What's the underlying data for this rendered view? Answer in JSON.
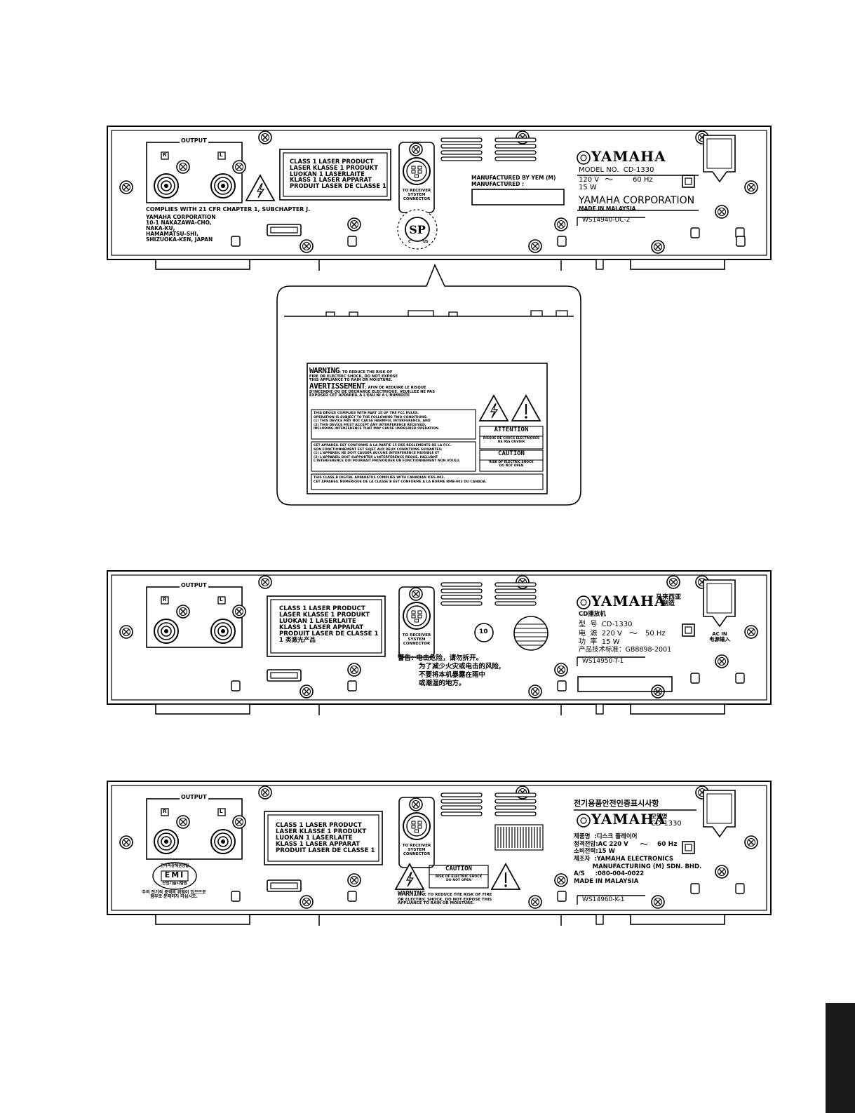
{
  "panel1": {
    "output_label": "OUTPUT",
    "jack_r": "R",
    "jack_l": "L",
    "laser_label_lines": [
      "CLASS 1 LASER PRODUCT",
      "LASER KLASSE 1 PRODUKT",
      "LUOKAN 1 LASERLAITE",
      "KLASS 1 LASER APPARAT",
      "PRODUIT LASER DE CLASSE 1"
    ],
    "connector_label_lines": [
      "TO RECEIVER",
      "SYSTEM",
      "CONNECTOR"
    ],
    "mfd_by": "MANUFACTURED BY YEM (M)",
    "mfd": "MANUFACTURED :",
    "brand": "YAMAHA",
    "model": "MODEL NO.  CD-1330",
    "voltage": "120 V",
    "freq": "60 Hz",
    "power": "15 W",
    "corporation": "YAMAHA CORPORATION",
    "made_in": "MADE IN MALAYSIA",
    "code": "WS14940-UC-2",
    "complies": "COMPLIES WITH 21 CFR CHAPTER 1, SUBCHAPTER J.",
    "address_lines": [
      "YAMAHA CORPORATION",
      "10-1 NAKAZAWA-CHO,",
      "NAKA-KU,",
      "HAMAMATSU-SHI,",
      "SHIZUOKA-KEN, JAPAN"
    ],
    "csa_c": "C",
    "csa_us": "US"
  },
  "callout": {
    "warning_title": "WARNING",
    "warning_lines": [
      ": TO REDUCE THE RISK OF",
      "FIRE OR ELECTRIC SHOCK, DO NOT EXPOSE",
      "THIS APPLIANCE TO RAIN OR MOISTURE."
    ],
    "avert_title": "AVERTISSEMENT",
    "avert_lines": [
      ": AFIN DE REDUIRE LE RISQUE",
      "D'INCENDIE OU DE DECHARGE ELECTRIQUE, VEUILLEZ NE PAS",
      "EXPOSER CET APPAREIL A L'EAU NI A L'HUMIDITE"
    ],
    "fcc_lines": [
      "THIS DEVICE COMPLIES WITH PART 15 OF THE FCC RULES.",
      "OPERATION IS SUBJECT TO THE FOLLOWING TWO CONDITIONS:",
      "(1) THIS DEVICE MAY NOT CAUSE HARMFUL INTERFERENCE, AND",
      "(2) THIS DEVICE MUST ACCEPT ANY INTERFERENCE RECEIVED,",
      "INCLUDING INTERFERENCE THAT MAY CAUSE UNDESIRED OPERATION."
    ],
    "fcc_fr_lines": [
      "CET APPAREIL EST CONFORME A LA PARTIE 15 DES REGLEMENTS DE LA FCC.",
      "SON FONCTIONNEMENT EST SUJET AUX DEUX CONDITIONS SUIVANTES:",
      "(1) L'APPAREIL NE DOIT CAUSER AUCUNE INTERFERENCE NUISIBLE ET",
      "(2) L'APPAREIL DOIT SUPPORTER L'INTERFERENCE REQUE, INCLUANT",
      "L'INTERFERENCE QUI POURRAIT PROVOQUER UN FONCTIONNEMENT NON VOULU."
    ],
    "canada_lines": [
      "THIS CLASS B DIGITAL APPARATUS COMPLIES WITH CANADIAN ICES-003.",
      "CET APPAREIL NUMERIQUE DE LA CLASSE B EST CONFORME A LA NORME NMB-003 DU CANADA."
    ],
    "attention_title": "ATTENTION",
    "attention_lines": [
      "RISQUE DE CHOCS ELECTRIQUES",
      "NE PAS OUVRIR"
    ],
    "caution_title": "CAUTION",
    "caution_lines": [
      "RISK OF ELECTRIC SHOCK",
      "DO NOT OPEN"
    ]
  },
  "panel2": {
    "output_label": "OUTPUT",
    "jack_r": "R",
    "jack_l": "L",
    "laser_label_lines": [
      "CLASS 1 LASER PRODUCT",
      "LASER KLASSE 1 PRODUKT",
      "LUOKAN 1 LASERLAITE",
      "KLASS 1 LASER APPARAT",
      "PRODUIT LASER DE CLASSE 1",
      "1 类激光产品"
    ],
    "connector_label_lines": [
      "TO RECEIVER",
      "SYSTEM",
      "CONNECTOR"
    ],
    "brand": "YAMAHA",
    "cn_origin_lines": [
      "马来西亚",
      "制造"
    ],
    "product": "CD播放机",
    "model": "型  号  CD-1330",
    "voltage": "电  源  220 V",
    "freq": "50 Hz",
    "power": "功  率  15 W",
    "standard": "产品技术标准：GB8898-2001",
    "code": "WS14950-T-1",
    "ac_in_lines": [
      "AC IN",
      "电源输入"
    ],
    "warning_lines": [
      "警告: 电击危险，请勿拆开。",
      "为了减少火灾或电击的风险,",
      "不要将本机暴露在雨中",
      "或潮湿的地方。"
    ],
    "recycle": "10"
  },
  "panel3": {
    "output_label": "OUTPUT",
    "jack_r": "R",
    "jack_l": "L",
    "laser_label_lines": [
      "CLASS 1 LASER PRODUCT",
      "LASER KLASSE 1 PRODUKT",
      "LUOKAN 1 LASERLAITE",
      "KLASS 1 LASER APPARAT",
      "PRODUIT LASER DE CLASSE 1"
    ],
    "connector_label_lines": [
      "TO RECEIVER",
      "SYSTEM",
      "CONNECTOR"
    ],
    "kr_header": "전기용품안전인증표시사항",
    "brand": "YAMAHA",
    "model_lines": [
      "모델명",
      "CD-1330"
    ],
    "kr_lines": [
      "제품명  :디스크 플레이어",
      "정격전압:AC 220 V",
      "소비전력:15 W",
      "제조자  :YAMAHA ELECTRONICS",
      "         MANUFACTURING (M) SDN. BHD.",
      "A/S     :080-004-0022",
      "MADE IN MALAYSIA"
    ],
    "freq": "60 Hz",
    "code": "WS14960-K-1",
    "emi_top": "전자파장해검정필",
    "emi": "EMI",
    "emi_bottom": "산업기술시험원",
    "kr_note_lines": [
      "주의 전기적 충격의 위험이 있으므로",
      "함부로 분해하지 마십시오."
    ],
    "caution_title": "CAUTION",
    "caution_lines": [
      "RISK OF ELECTRIC SHOCK",
      "DO NOT OPEN"
    ],
    "warning_title": "WARNING",
    "warning_lines": [
      ": TO REDUCE THE RISK OF FIRE",
      "OR ELECTRIC SHOCK, DO NOT EXPOSE THIS",
      "APPLIANCE TO RAIN OR MOISTURE."
    ]
  }
}
